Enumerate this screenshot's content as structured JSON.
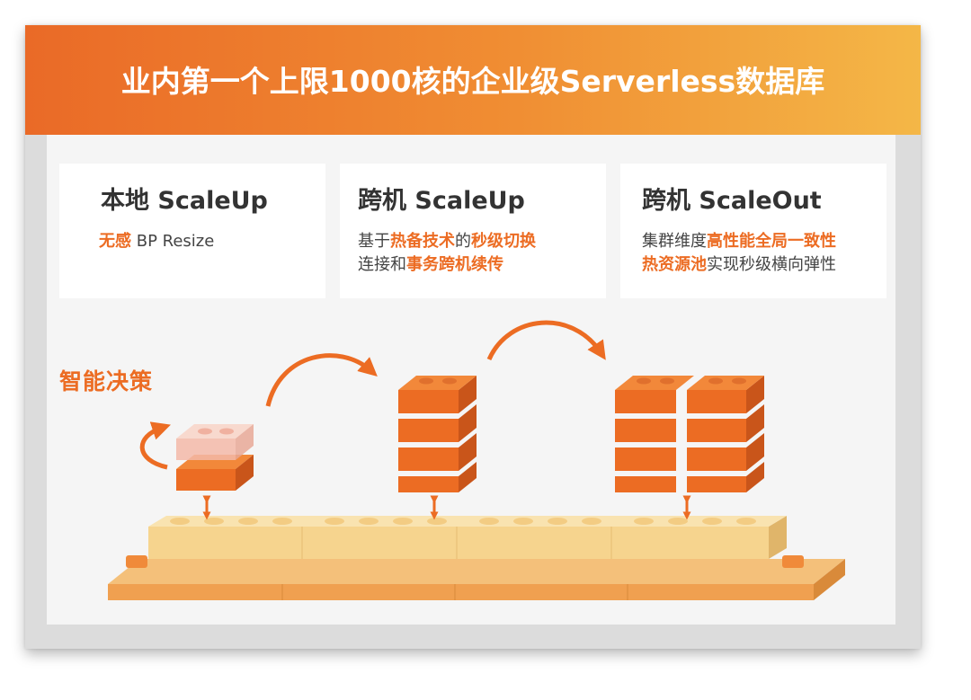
{
  "header": {
    "title": "业内第一个上限1000核的企业级Serverless数据库"
  },
  "cards": [
    {
      "title": "本地 ScaleUp",
      "line1": [
        {
          "text": "无感",
          "hl": true
        },
        {
          "text": " BP Resize",
          "hl": false
        }
      ],
      "line2": []
    },
    {
      "title": "跨机 ScaleUp",
      "line1": [
        {
          "text": "基于",
          "hl": false
        },
        {
          "text": "热备技术",
          "hl": true
        },
        {
          "text": "的",
          "hl": false
        },
        {
          "text": "秒级切换",
          "hl": true
        }
      ],
      "line2": [
        {
          "text": "连接和",
          "hl": false
        },
        {
          "text": "事务跨机续传",
          "hl": true
        }
      ]
    },
    {
      "title": "跨机 ScaleOut",
      "line1": [
        {
          "text": "集群维度",
          "hl": false
        },
        {
          "text": "高性能全局一致性",
          "hl": true
        }
      ],
      "line2": [
        {
          "text": "热资源池",
          "hl": true
        },
        {
          "text": "实现秒级横向弹性",
          "hl": false
        }
      ]
    }
  ],
  "diagram": {
    "decision_label": "智能决策"
  },
  "colors": {
    "accent": "#ec6c23",
    "banner_start": "#ea6a27",
    "banner_end": "#f4b747",
    "brick_top": "#f2883a",
    "brick_front": "#ec6c23",
    "brick_side": "#c9551a",
    "base_top": "#f7d99a",
    "base_front": "#f0b568"
  }
}
